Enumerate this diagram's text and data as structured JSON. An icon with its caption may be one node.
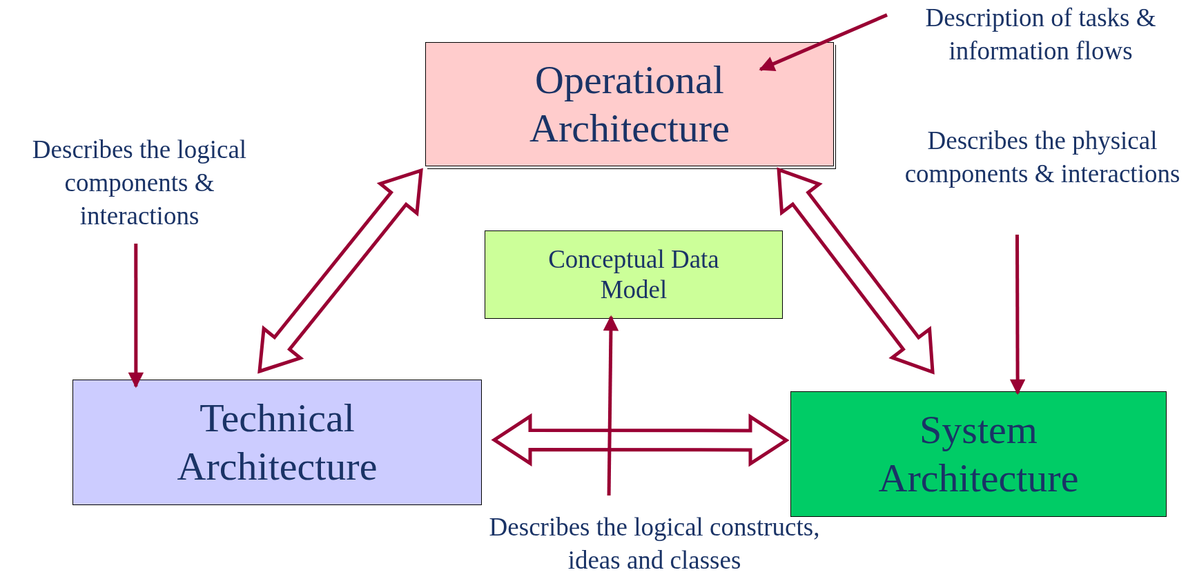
{
  "diagram": {
    "nodes": [
      {
        "text": [
          "Operational Architecture"
        ]
      },
      {
        "text": [
          "Conceptual Data Model"
        ]
      },
      {
        "text": [
          "Technical Architecture"
        ]
      },
      {
        "text": [
          "System Architecture"
        ]
      },
      {
        "text": [
          "Description of tasks & information flows"
        ]
      },
      {
        "text": [
          "Describes the logical components & interactions"
        ]
      },
      {
        "text": [
          "Describes the physical components & interactions"
        ]
      },
      {
        "text": [
          "Describes the logical constructs, ideas and classes"
        ]
      }
    ],
    "edges": [
      {
        "from": 2,
        "to": 0,
        "arrow": "both",
        "style": "thick"
      },
      {
        "from": 0,
        "to": 3,
        "arrow": "both",
        "style": "thick"
      },
      {
        "from": 2,
        "to": 3,
        "arrow": "both",
        "style": "thick"
      },
      {
        "from": 4,
        "to": 0,
        "arrow": "to"
      },
      {
        "from": 5,
        "to": 2,
        "arrow": "to"
      },
      {
        "from": 6,
        "to": 3,
        "arrow": "to"
      },
      {
        "from": 7,
        "to": 1,
        "arrow": "to"
      }
    ]
  }
}
